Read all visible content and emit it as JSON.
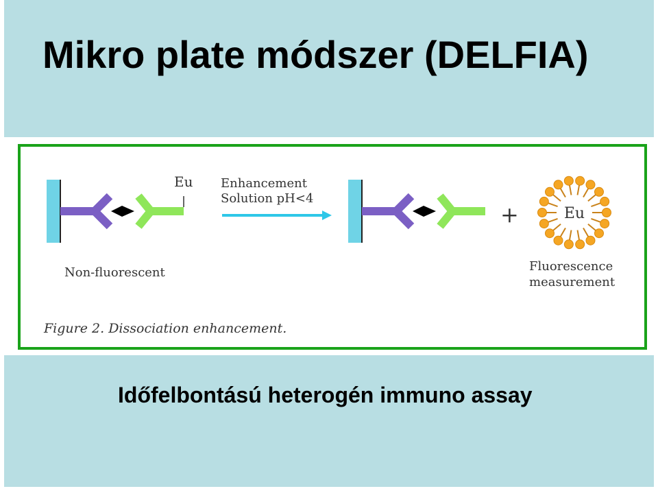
{
  "slide": {
    "title": "Mikro plate módszer (DELFIA)",
    "subtitle": "Időfelbontású heterogén immuno assay"
  },
  "figure": {
    "eu_label": "Eu",
    "arrow_label_line1": "Enhancement",
    "arrow_label_line2": "Solution pH<4",
    "left_caption": "Non-fluorescent",
    "plus_sign": "+",
    "micelle_label": "Eu",
    "right_caption_line1": "Fluorescence",
    "right_caption_line2": "measurement",
    "figure_caption": "Figure 2. Dissociation enhancement."
  },
  "colors": {
    "band": "#b8dee3",
    "frame": "#1aa31a",
    "plate": "#6fd3e6",
    "capture_antibody": "#7b5fc4",
    "detection_antibody": "#8fe65a",
    "antigen": "#000000",
    "arrow": "#2ec7e8",
    "micelle": "#f5a623"
  }
}
